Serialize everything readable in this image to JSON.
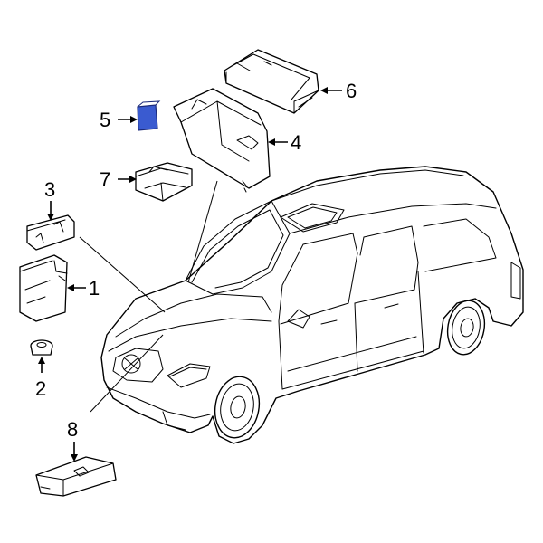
{
  "callouts": {
    "c1": "1",
    "c2": "2",
    "c3": "3",
    "c4": "4",
    "c5": "5",
    "c6": "6",
    "c7": "7",
    "c8": "8"
  },
  "colors": {
    "highlight_fill": "#3a5bd0",
    "highlight_stroke": "#1b2a7a",
    "line": "#000000",
    "background": "#ffffff"
  },
  "highlighted_part": "5"
}
